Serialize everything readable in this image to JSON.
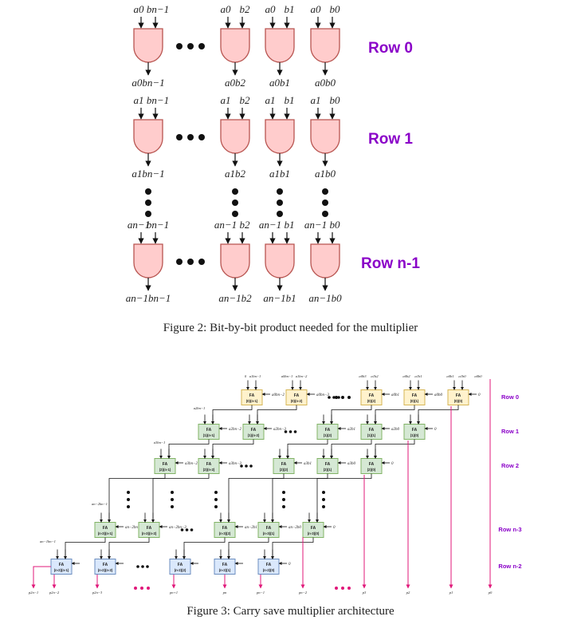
{
  "figure2": {
    "caption": "Figure 2: Bit-by-bit product needed for the multiplier",
    "rows": [
      {
        "label": "Row 0",
        "gates": [
          {
            "in_a": "a0",
            "in_b": "bn−1",
            "out": "a0bn−1"
          },
          {
            "in_a": "a0",
            "in_b": "b2",
            "out": "a0b2"
          },
          {
            "in_a": "a0",
            "in_b": "b1",
            "out": "a0b1"
          },
          {
            "in_a": "a0",
            "in_b": "b0",
            "out": "a0b0"
          }
        ]
      },
      {
        "label": "Row 1",
        "gates": [
          {
            "in_a": "a1",
            "in_b": "bn−1",
            "out": "a1bn−1"
          },
          {
            "in_a": "a1",
            "in_b": "b2",
            "out": "a1b2"
          },
          {
            "in_a": "a1",
            "in_b": "b1",
            "out": "a1b1"
          },
          {
            "in_a": "a1",
            "in_b": "b0",
            "out": "a1b0"
          }
        ]
      },
      {
        "label": "Row n-1",
        "gates": [
          {
            "in_a": "an−1",
            "in_b": "bn−1",
            "out": "an−1bn−1"
          },
          {
            "in_a": "an−1",
            "in_b": "b2",
            "out": "an−1b2"
          },
          {
            "in_a": "an−1",
            "in_b": "b1",
            "out": "an−1b1"
          },
          {
            "in_a": "an−1",
            "in_b": "b0",
            "out": "an−1b0"
          }
        ]
      }
    ],
    "colors": {
      "gate_fill": "#ffcccc",
      "gate_stroke": "#b85450",
      "label": "#8a00c8"
    }
  },
  "figure3": {
    "caption": "Figure 3: Carry save multiplier architecture",
    "row_labels": [
      "Row 0",
      "Row 1",
      "Row 2",
      "Row n-3",
      "Row n-2"
    ],
    "top_inputs": [
      "0",
      "a1bn−1",
      "a0bn−1",
      "a1bn−2",
      "a0b3",
      "a1b2",
      "a0b2",
      "a1b1",
      "a0b1",
      "a1b0",
      "a0b0"
    ],
    "rows": [
      {
        "cells": [
          {
            "name": "FA",
            "idx": "(0)(n-1)",
            "side": "a0bn−2"
          },
          {
            "name": "FA",
            "idx": "(0)(n-2)",
            "side": "a0bn−3"
          },
          {
            "name": "FA",
            "idx": "(0)(2)",
            "side": "a0b1"
          },
          {
            "name": "FA",
            "idx": "(0)(1)",
            "side": "a0b0"
          },
          {
            "name": "FA",
            "idx": "(0)(0)",
            "side": "0"
          }
        ],
        "carry_in": "a2bn−1"
      },
      {
        "cells": [
          {
            "name": "FA",
            "idx": "(1)(n-1)",
            "side": "a2bn−2"
          },
          {
            "name": "FA",
            "idx": "(1)(n-2)",
            "side": "a2bn−3"
          },
          {
            "name": "FA",
            "idx": "(1)(2)",
            "side": "a2b1"
          },
          {
            "name": "FA",
            "idx": "(1)(1)",
            "side": "a2b0"
          },
          {
            "name": "FA",
            "idx": "(1)(0)",
            "side": "0"
          }
        ],
        "carry_in": "a3bn−1"
      },
      {
        "cells": [
          {
            "name": "FA",
            "idx": "(2)(n-1)",
            "side": "a3bn−2"
          },
          {
            "name": "FA",
            "idx": "(2)(n-2)",
            "side": "a3bn−3"
          },
          {
            "name": "FA",
            "idx": "(2)(2)",
            "side": "a3b1"
          },
          {
            "name": "FA",
            "idx": "(2)(1)",
            "side": "a3b0"
          },
          {
            "name": "FA",
            "idx": "(2)(0)",
            "side": "0"
          }
        ],
        "carry_in": ""
      },
      {
        "cells": [
          {
            "name": "FA",
            "idx": "(n-3)(n-1)",
            "side": "an−2bn−2"
          },
          {
            "name": "FA",
            "idx": "(n-3)(n-2)",
            "side": "an−2bn−3"
          },
          {
            "name": "FA",
            "idx": "(n-3)(2)",
            "side": "an−2b1"
          },
          {
            "name": "FA",
            "idx": "(n-3)(1)",
            "side": "an−2b0"
          },
          {
            "name": "FA",
            "idx": "(n-3)(0)",
            "side": "0"
          }
        ],
        "carry_in": "an−2bn−1"
      },
      {
        "cells": [
          {
            "name": "FA",
            "idx": "(n-2)(n-1)",
            "side": ""
          },
          {
            "name": "FA",
            "idx": "(n-2)(n-2)",
            "side": ""
          },
          {
            "name": "FA",
            "idx": "(n-2)(2)",
            "side": ""
          },
          {
            "name": "FA",
            "idx": "(n-2)(1)",
            "side": ""
          },
          {
            "name": "FA",
            "idx": "(n-2)(0)",
            "side": "0"
          }
        ],
        "carry_in": "an−1bn−1"
      }
    ],
    "outputs": [
      "p2n−1",
      "p2n−2",
      "p2n−3",
      "pn+1",
      "pn",
      "pn−1",
      "pn−2",
      "p3",
      "p2",
      "p1",
      "p0"
    ],
    "colors": {
      "row0_fill": "#fff2cc",
      "row0_stroke": "#d6b656",
      "mid_fill": "#d5e8d4",
      "mid_stroke": "#82b366",
      "last_fill": "#dae8fc",
      "last_stroke": "#6c8ebf",
      "output_line": "#e0187a",
      "label": "#8a00c8"
    }
  }
}
